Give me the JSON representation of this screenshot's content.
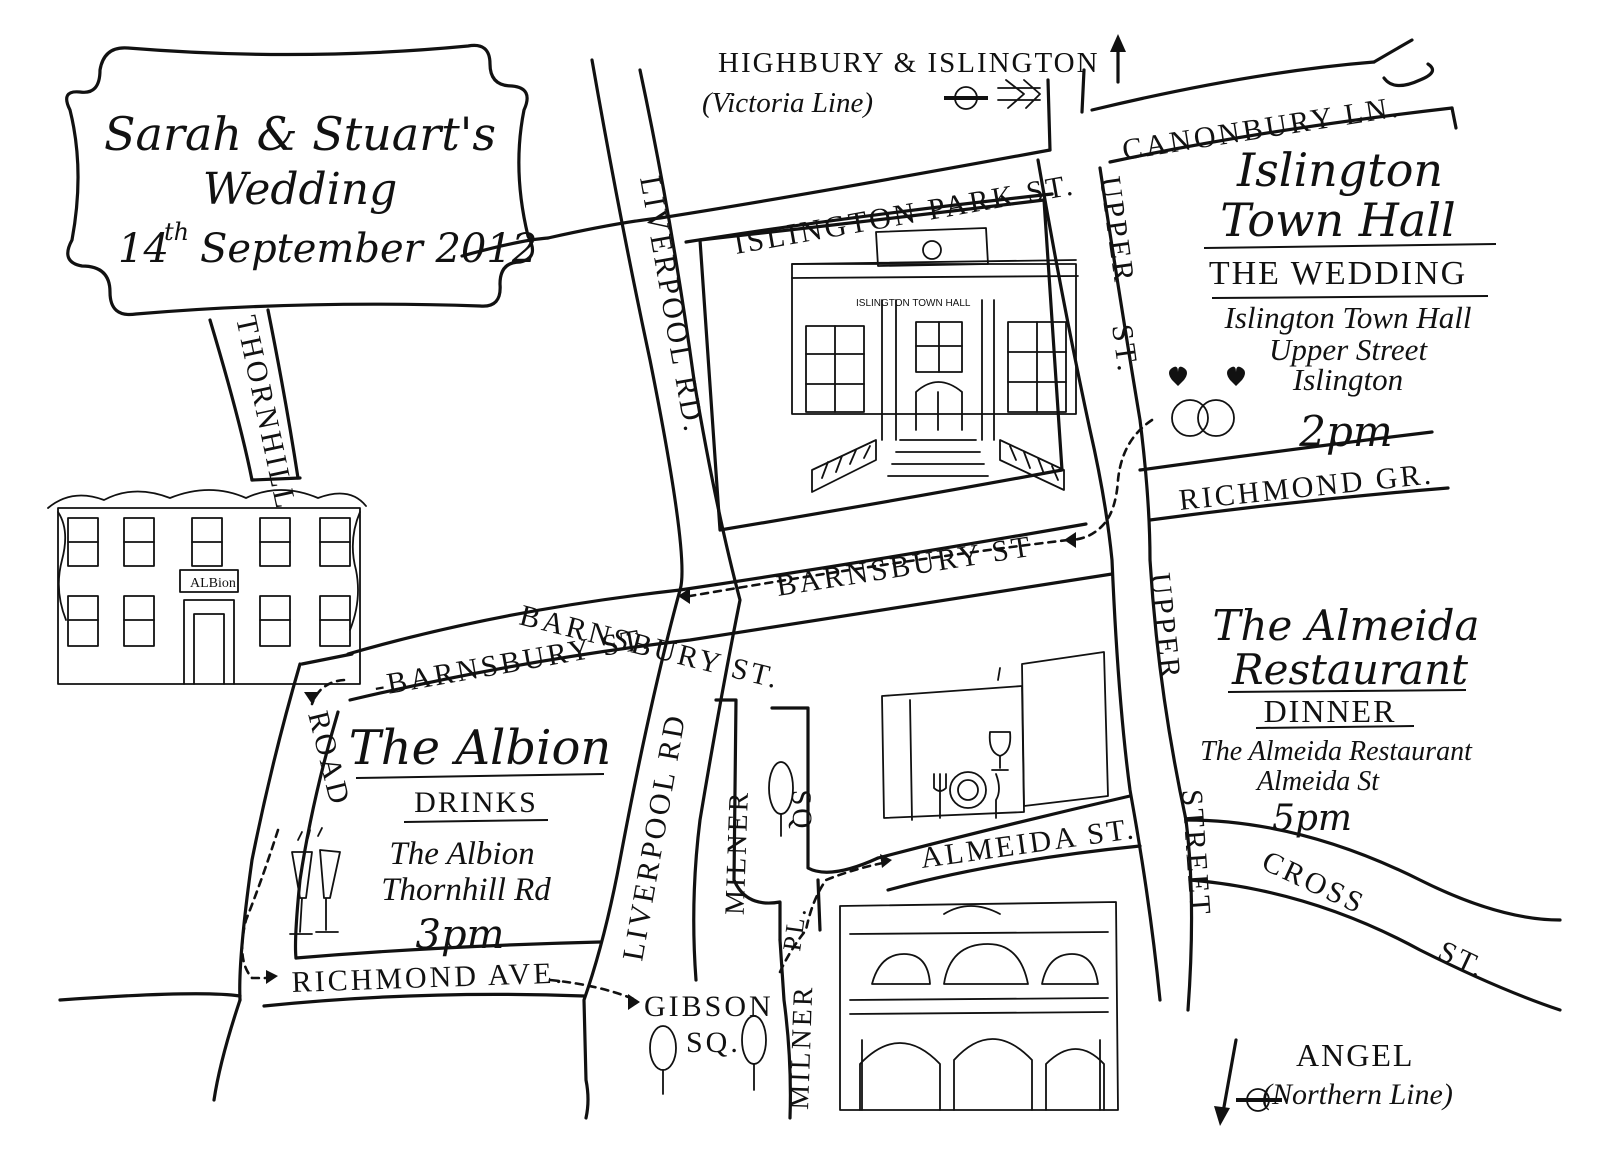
{
  "title": {
    "line1": "Sarah & Stuart's",
    "line2": "Wedding",
    "line3_day": "14",
    "line3_sup": "th",
    "line3_rest": "September 2012"
  },
  "stations": {
    "north": {
      "name": "HIGHBURY & ISLINGTON",
      "line": "(Victoria Line)"
    },
    "south": {
      "name": "ANGEL",
      "line": "(Northern Line)"
    }
  },
  "roads": {
    "islington_park": "ISLINGTON PARK ST.",
    "canonbury": "CANONBURY LN.",
    "liverpool_north": "LIVERPOOL RD.",
    "liverpool_south": "LIVERPOOL RD",
    "upper_north_1": "UPPER",
    "upper_north_2": "ST.",
    "upper_south_1": "UPPER",
    "upper_south_2": "STREET",
    "richmond_gr": "RICHMOND GR.",
    "barnsbury_east": "BARNSBURY ST",
    "barnsbury_mid": "BARNSBURY ST.",
    "barnsbury_west": "-BARNSBURY ST.",
    "thornhill": "THORNHILL",
    "road": "ROAD",
    "richmond_ave": "RICHMOND AVE.",
    "gibson_1": "GIBSON",
    "gibson_2": "SQ.",
    "milner_sq_1": "MILNER",
    "milner_sq_2": "SQ",
    "milner_pl_1": "MILNER",
    "milner_pl_2": "PL.",
    "almeida": "ALMEIDA ST.",
    "cross_1": "CROSS",
    "cross_2": "ST."
  },
  "venues": {
    "wedding": {
      "name_1": "Islington",
      "name_2": "Town Hall",
      "event": "THE WEDDING",
      "addr_1": "Islington Town Hall",
      "addr_2": "Upper Street",
      "addr_3": "Islington",
      "time": "2pm"
    },
    "drinks": {
      "name": "The Albion",
      "event": "DRINKS",
      "addr_1": "The Albion",
      "addr_2": "Thornhill Rd",
      "time": "3pm",
      "sign": "ALBion"
    },
    "dinner": {
      "name_1": "The Almeida",
      "name_2": "Restaurant",
      "event": "DINNER",
      "addr_1": "The Almeida Restaurant",
      "addr_2": "Almeida St",
      "time": "5pm"
    }
  },
  "icons": [
    "wedding-rings-icon",
    "champagne-glasses-icon",
    "dinner-plate-icon",
    "wine-glass-icon",
    "tree-icon",
    "underground-roundel-icon",
    "national-rail-icon",
    "north-arrow-icon",
    "south-arrow-icon"
  ],
  "colors": {
    "ink": "#111111",
    "paper": "#ffffff"
  }
}
